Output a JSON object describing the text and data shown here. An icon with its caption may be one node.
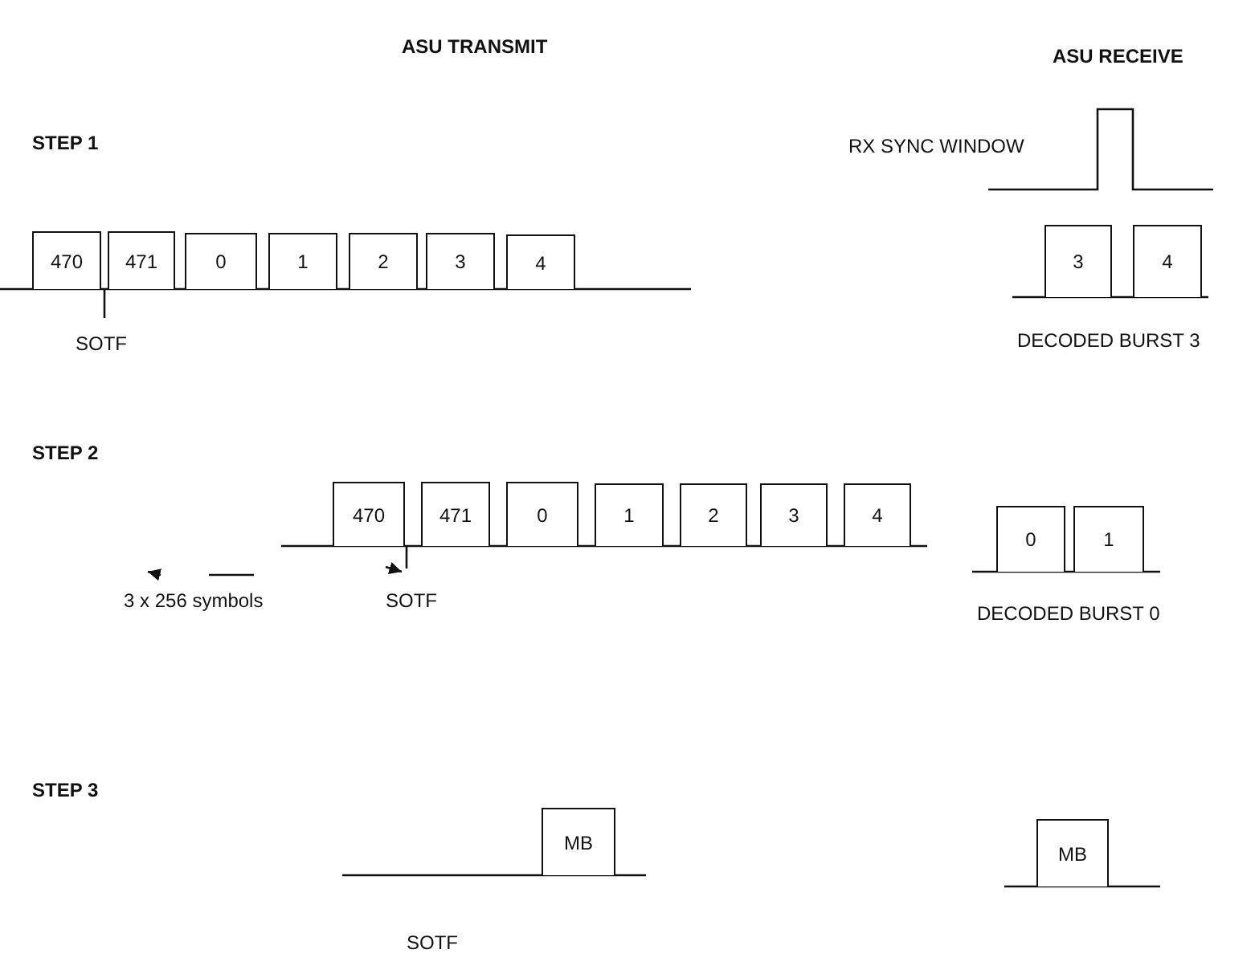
{
  "diagram": {
    "nodes": [
      {
        "text": [
          "470"
        ]
      },
      {
        "text": [
          "471"
        ]
      },
      {
        "text": [
          "0"
        ]
      },
      {
        "text": [
          "1"
        ]
      },
      {
        "text": [
          "2"
        ]
      },
      {
        "text": [
          "3"
        ]
      },
      {
        "text": [
          "4"
        ]
      },
      {
        "text": [
          "3"
        ]
      },
      {
        "text": [
          "4"
        ]
      },
      {
        "text": [
          "470"
        ]
      },
      {
        "text": [
          "471"
        ]
      },
      {
        "text": [
          "0"
        ]
      },
      {
        "text": [
          "1"
        ]
      },
      {
        "text": [
          "2"
        ]
      },
      {
        "text": [
          "3"
        ]
      },
      {
        "text": [
          "4"
        ]
      },
      {
        "text": [
          "0"
        ]
      },
      {
        "text": [
          "1"
        ]
      },
      {
        "text": [
          "MB"
        ]
      },
      {
        "text": [
          "MB"
        ]
      }
    ],
    "labels": [
      "ASU TRANSMIT",
      "ASU RECEIVE",
      "STEP 1",
      "RX SYNC WINDOW",
      "SOTF",
      "DECODED BURST 3",
      "STEP 2",
      "3 x 256 symbols",
      "SOTF",
      "DECODED BURST 0",
      "STEP 3",
      "SOTF"
    ]
  }
}
